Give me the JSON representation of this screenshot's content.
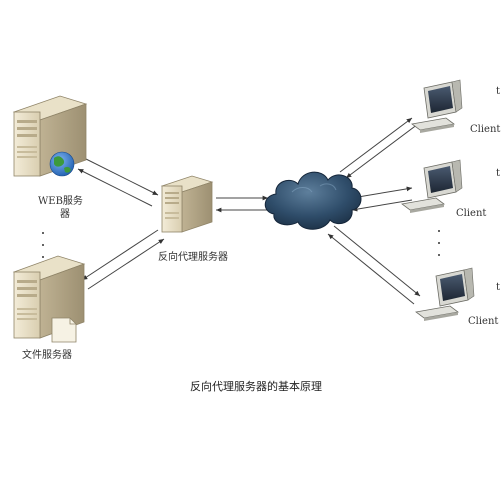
{
  "diagram": {
    "web_server_label": "WEB服务",
    "web_server_label_line2": "器",
    "file_server_label": "文件服务器",
    "proxy_label": "反向代理服务器",
    "client_label": "Client",
    "caption": "反向代理服务器的基本原理",
    "edge_marks": [
      "t",
      "t",
      "t"
    ]
  }
}
